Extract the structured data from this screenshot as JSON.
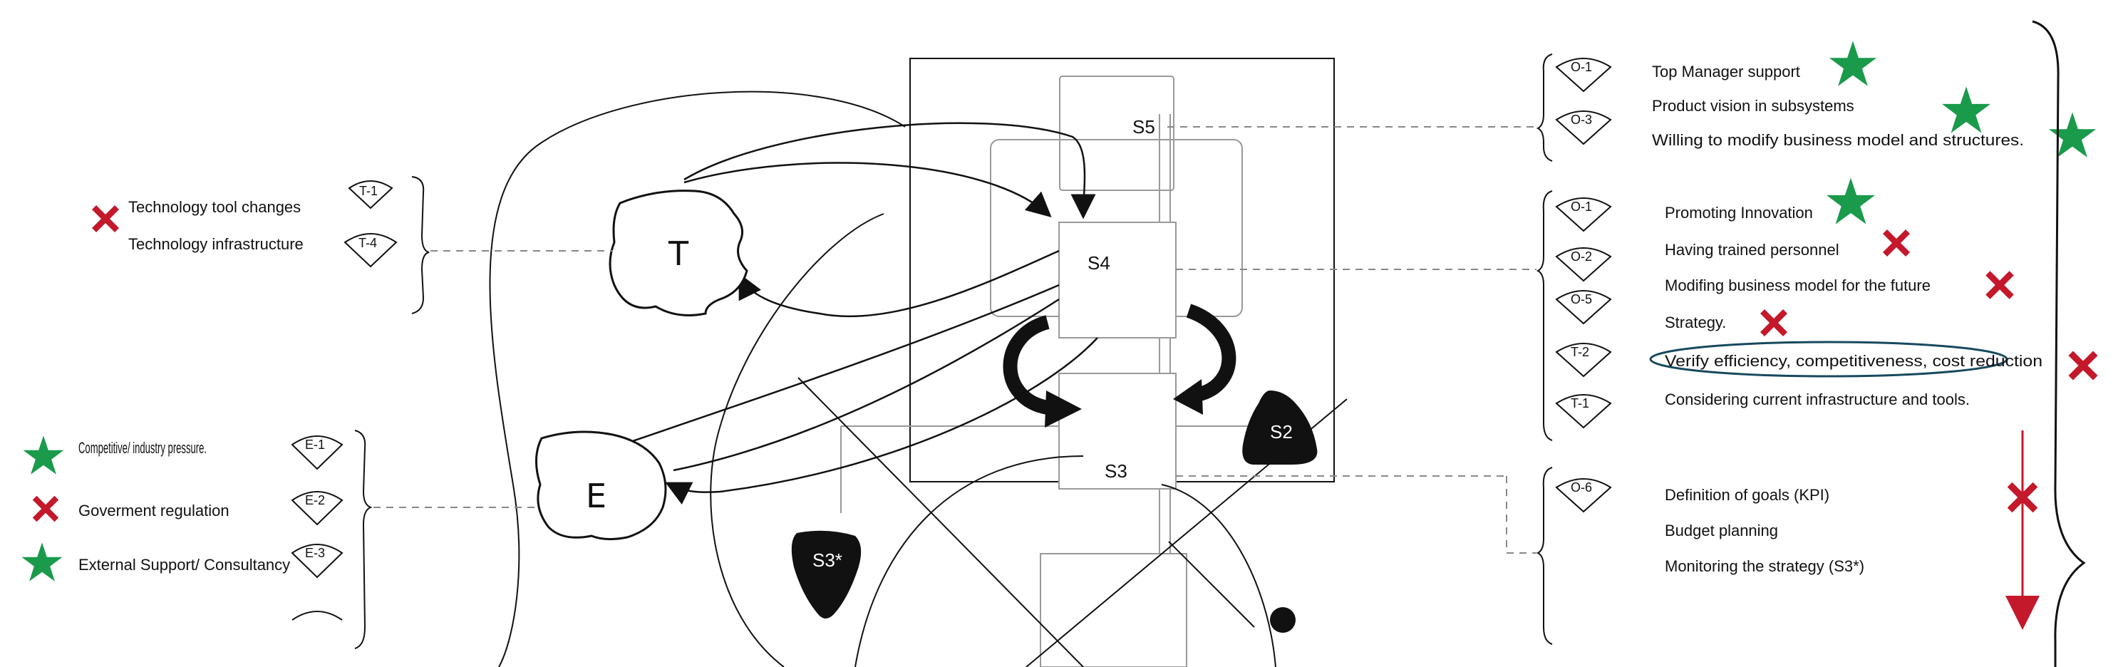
{
  "subsystems": {
    "s5": "S5",
    "s4": "S4",
    "s3": "S3",
    "s2": "S2",
    "s3_star": "S3*"
  },
  "environment": {
    "technology": "T",
    "external": "E"
  },
  "left_technology": {
    "items": [
      {
        "text": "Technology tool changes",
        "code": "T-1",
        "mark": "cross"
      },
      {
        "text": "Technology infrastructure",
        "code": "T-4",
        "mark": "none"
      }
    ]
  },
  "left_external": {
    "items": [
      {
        "text": "Competitive/ industry pressure.",
        "code": "E-1",
        "mark": "star"
      },
      {
        "text": "Goverment regulation",
        "code": "E-2",
        "mark": "cross"
      },
      {
        "text": "External Support/ Consultancy",
        "code": "E-3",
        "mark": "star"
      }
    ]
  },
  "right_s5": {
    "items": [
      {
        "text": "Top Manager support",
        "code": "O-1",
        "mark": "star"
      },
      {
        "text": "Product vision in subsystems",
        "code": "O-3",
        "mark": "star"
      },
      {
        "text": "Willing to modify business model and structures.",
        "code": "",
        "mark": "star"
      }
    ]
  },
  "right_s4": {
    "items": [
      {
        "text": "Promoting Innovation",
        "code": "O-1",
        "mark": "star"
      },
      {
        "text": "Having trained personnel",
        "code": "O-2",
        "mark": "cross"
      },
      {
        "text": "Modifing business model for the future",
        "code": "O-5",
        "mark": "cross"
      },
      {
        "text": "Strategy.",
        "code": "T-2",
        "mark": "cross"
      },
      {
        "text": "Verify efficiency, competitiveness, cost reduction",
        "code": "T-1",
        "mark": "cross"
      },
      {
        "text": "Considering current infrastructure and tools.",
        "code": "",
        "mark": "none"
      }
    ]
  },
  "right_s3": {
    "items": [
      {
        "text": "Definition of goals  (KPI)",
        "code": "O-6",
        "mark": "cross"
      },
      {
        "text": "Budget planning",
        "code": "",
        "mark": "none"
      },
      {
        "text": "Monitoring the strategy (S3*)",
        "code": "",
        "mark": "none"
      }
    ]
  },
  "colors": {
    "star": "#1a9a4b",
    "cross": "#c4182b",
    "ellipse": "#17495e",
    "line": "#111111",
    "dash": "#888888"
  }
}
